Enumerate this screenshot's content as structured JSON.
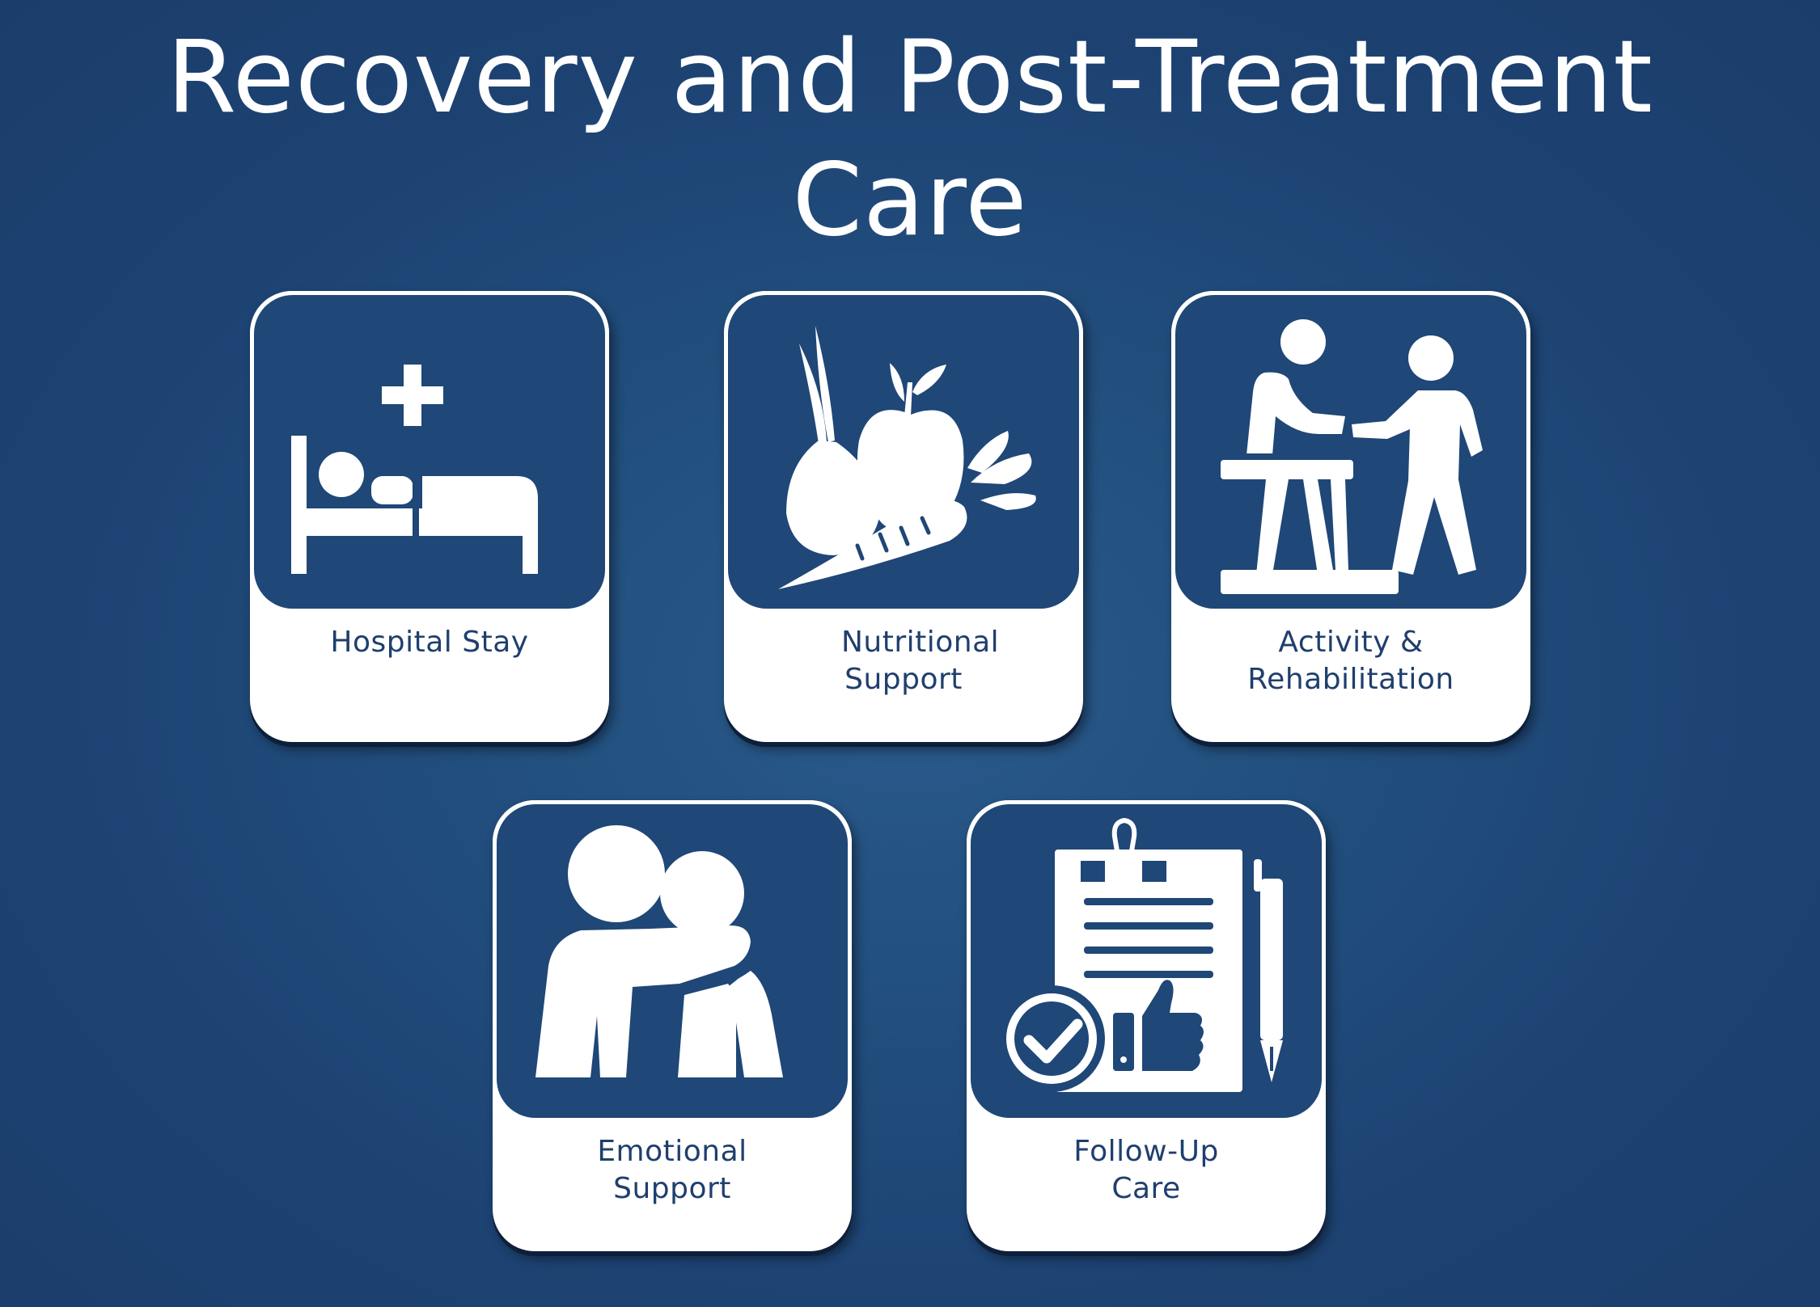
{
  "page": {
    "title": "Recovery and Post-Treatment Care"
  },
  "colors": {
    "background": "#1d4373",
    "panel": "#1f4777",
    "card": "#ffffff",
    "label": "#1f3f6d"
  },
  "cards": [
    {
      "label": "Hospital Stay",
      "icon": "hospital-bed-icon"
    },
    {
      "label": "Nutritional Support",
      "icon": "fruits-vegetables-icon"
    },
    {
      "label": "Activity & Rehabilitation",
      "icon": "rehabilitation-icon"
    },
    {
      "label": "Emotional Support",
      "icon": "embrace-icon"
    },
    {
      "label": "Follow-Up Care",
      "icon": "clipboard-check-icon"
    }
  ]
}
